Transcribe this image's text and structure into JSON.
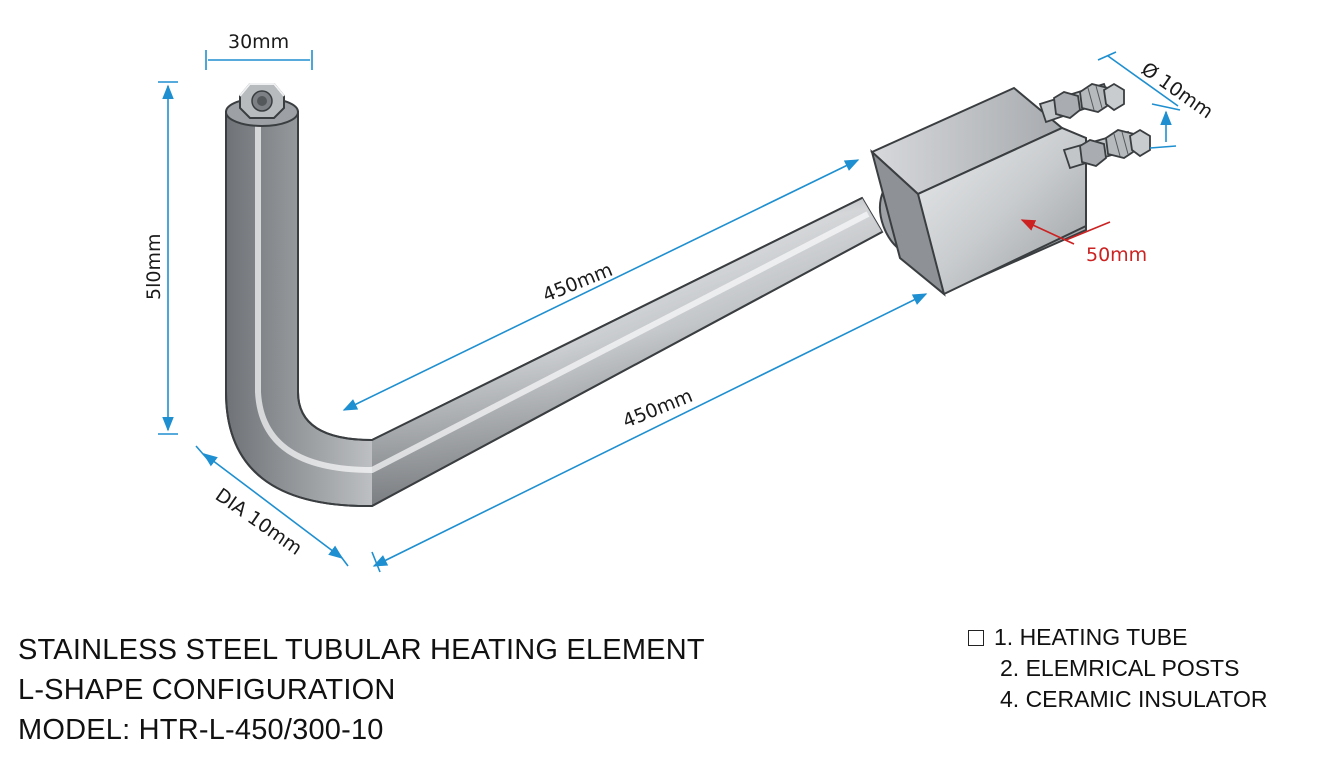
{
  "dimensions": {
    "top_width": "30mm",
    "height": "5l0mm",
    "upper_length": "450mm",
    "lower_length": "450mm",
    "tube_dia": "DIA 10mm",
    "post_dia": "Ø 10mm",
    "box_depth": "50mm"
  },
  "title": {
    "line1": "STAINLESS STEEL TUBULAR HEATING ELEMENT",
    "line2": "L-SHAPE CONFIGURATION",
    "line3": "MODEL: HTR-L-450/300-10"
  },
  "legend": {
    "items": [
      "1.  HEATING TUBE",
      "2. ELEMRICAL POSTS",
      "4. CERAMIC INSULATOR"
    ]
  },
  "colors": {
    "dimension_line": "#1e8fd0",
    "accent_dimension": "#cc2222",
    "steel": "#b9bcc0"
  }
}
